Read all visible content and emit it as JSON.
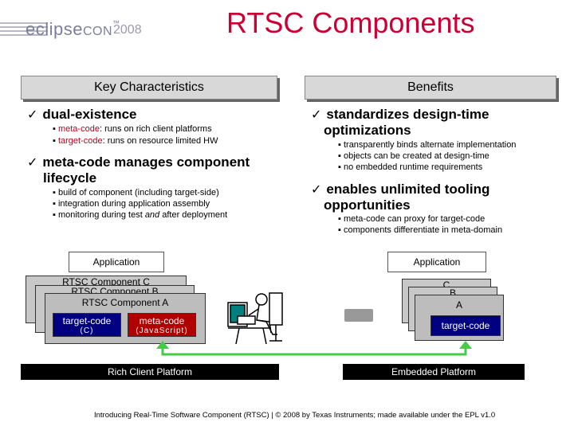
{
  "header": {
    "logo_main": "eclipse",
    "logo_con": "CON",
    "logo_tm": "™",
    "logo_year": "2008",
    "title": "RTSC Components"
  },
  "left": {
    "heading": "Key Characteristics",
    "bullet1": "dual-existence",
    "b1_sub1_red": "meta-code",
    "b1_sub1_rest": ": runs on rich client platforms",
    "b1_sub2_red": "target-code",
    "b1_sub2_rest": ": runs on resource limited HW",
    "bullet2_line1": "meta-code manages component",
    "bullet2_line2": "lifecycle",
    "b2_sub1": "build of component (including target-side)",
    "b2_sub2": "integration during application assembly",
    "b2_sub3_a": "monitoring during test ",
    "b2_sub3_em": "and",
    "b2_sub3_b": " after deployment"
  },
  "right": {
    "heading": "Benefits",
    "bullet1_line1": "standardizes design-time",
    "bullet1_line2": "optimizations",
    "b1_sub1": "transparently binds alternate implementation",
    "b1_sub2": "objects can be created at design-time",
    "b1_sub3": "no embedded runtime requirements",
    "bullet2_line1": "enables unlimited tooling",
    "bullet2_line2": "opportunities",
    "b2_sub1": "meta-code can proxy for target-code",
    "b2_sub2": "components differentiate in meta-domain"
  },
  "diagram": {
    "left_app": "Application",
    "comp_c": "RTSC Component C",
    "comp_b": "RTSC Component B",
    "comp_a": "RTSC Component A",
    "target_code": "target-code",
    "target_sub": "(C)",
    "meta_code": "meta-code",
    "meta_sub": "(JavaScript)",
    "left_platform": "Rich Client Platform",
    "right_app": "Application",
    "r_comp_c": "C",
    "r_comp_b": "B",
    "r_comp_a": "A",
    "r_target_code": "target-code",
    "right_platform": "Embedded Platform"
  },
  "footer": "Introducing Real-Time Software Component (RTSC) | © 2008 by Texas Instruments; made available under the EPL v1.0",
  "colors": {
    "title": "#cc0033",
    "accent_red": "#c00020",
    "target_box": "#000080",
    "meta_box": "#b00000",
    "connector": "#4cc84c"
  }
}
